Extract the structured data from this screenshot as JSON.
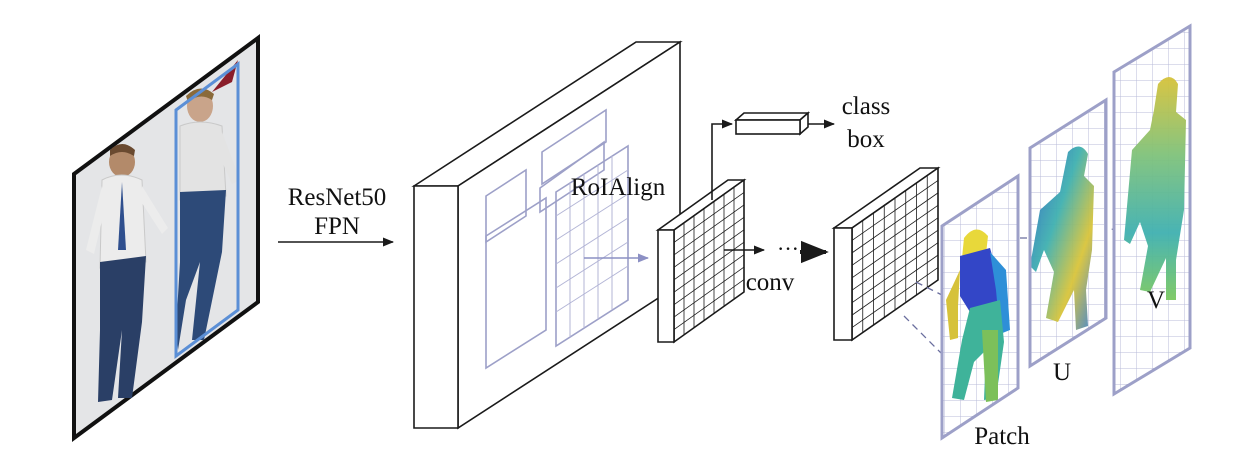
{
  "labels": {
    "backbone_line1": "ResNet50",
    "backbone_line2": "FPN",
    "roialign": "RoIAlign",
    "class": "class",
    "box": "box",
    "conv": "conv",
    "ellipsis": "···",
    "patch": "Patch",
    "u": "U",
    "v": "V"
  },
  "colors": {
    "line": "#1a1a1a",
    "accent_frame": "#9da0c8",
    "box_blue": "#5b8fd6",
    "photo_bg": "#e4e5e7"
  },
  "icons": {
    "input_image": "people-photo-icon",
    "patch_map": "body-part-map-icon",
    "u_map": "u-coordinate-map-icon",
    "v_map": "v-coordinate-map-icon"
  }
}
